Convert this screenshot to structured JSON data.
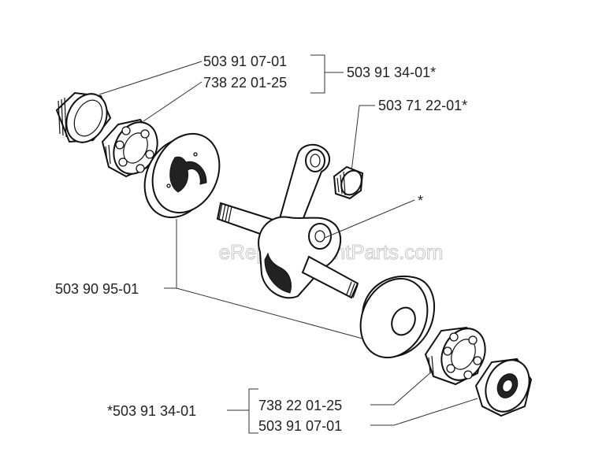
{
  "watermark": "eReplacementParts.com",
  "labels": {
    "top_bearing_race": "503 91 07-01",
    "top_bearing": "738 22 01-25",
    "top_kit": "503 91 34-01*",
    "needle_bearing": "503 71 22-01*",
    "crank_note": "*",
    "crankshaft_half": "503 90 95-01",
    "bottom_kit": "*503 91 34-01",
    "bottom_bearing": "738 22 01-25",
    "bottom_bearing_race": "503 91 07-01"
  }
}
